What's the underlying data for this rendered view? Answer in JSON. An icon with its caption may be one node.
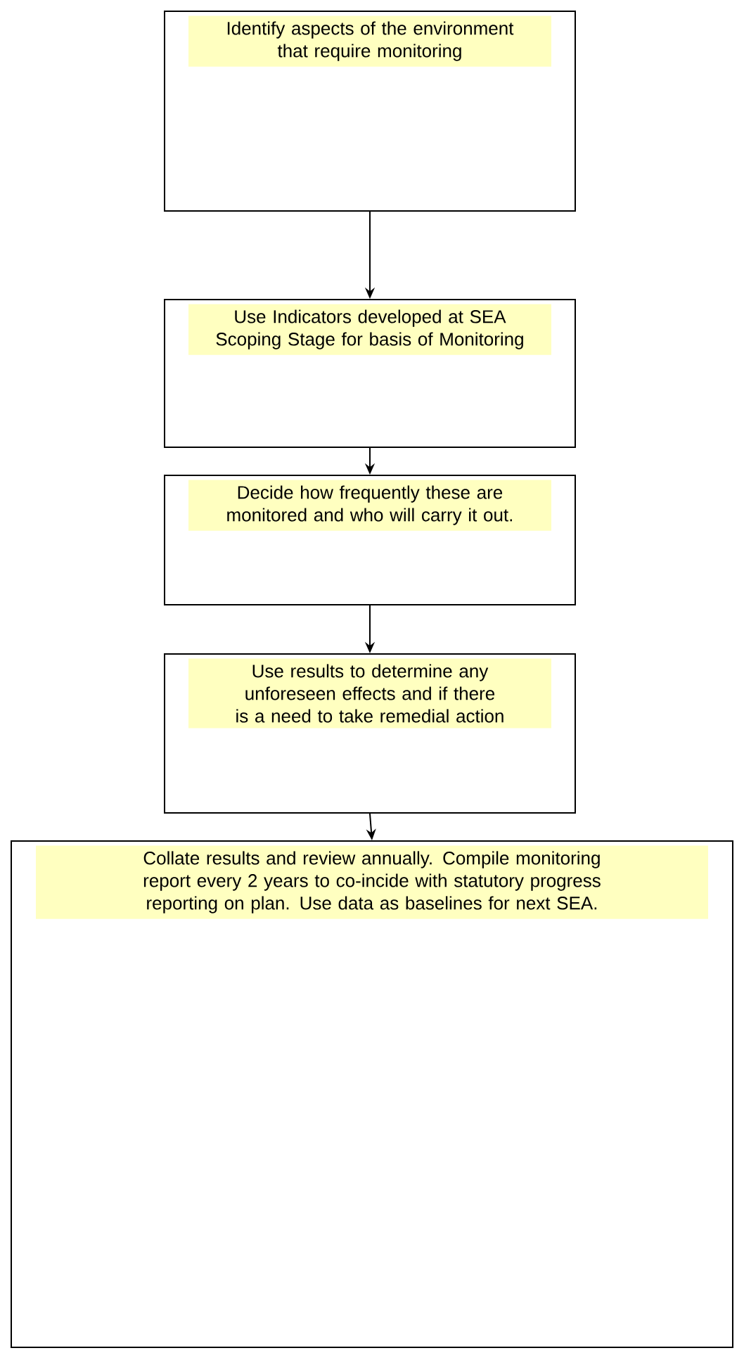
{
  "diagram": {
    "nodes": [
      {
        "text": [
          "Identify aspects of the environment that require monitoring"
        ]
      },
      {
        "text": [
          "Use Indicators developed at SEA Scoping Stage for basis of Monitoring"
        ]
      },
      {
        "text": [
          "Decide how frequently these are monitored and who will carry it out."
        ]
      },
      {
        "text": [
          "Use results to determine any unforeseen effects and if there is a need to take remedial action"
        ]
      },
      {
        "text": [
          "Collate results and review annually. Compile monitoring report every 2 years to co-incide with statutory progress reporting on plan. Use data as baselines for next SEA."
        ]
      }
    ],
    "edges": [
      {
        "from": 0,
        "to": 1,
        "arrow": "to"
      },
      {
        "from": 1,
        "to": 2,
        "arrow": "to"
      },
      {
        "from": 2,
        "to": 3,
        "arrow": "to"
      },
      {
        "from": 3,
        "to": 4,
        "arrow": "to"
      }
    ]
  }
}
